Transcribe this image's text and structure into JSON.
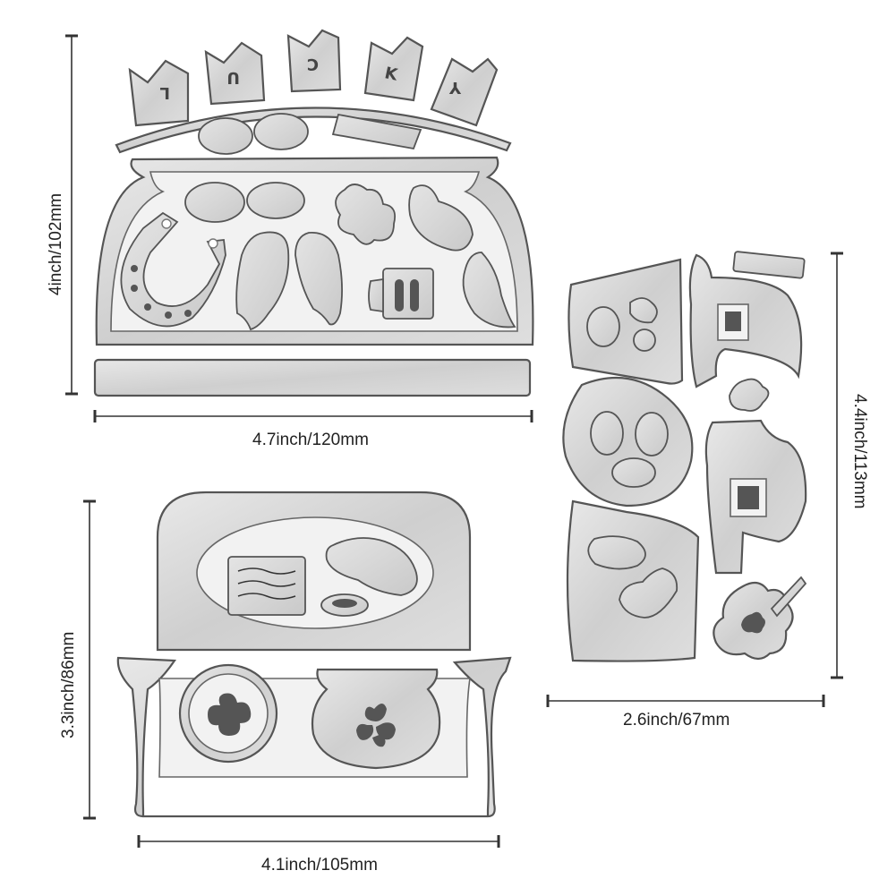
{
  "banner_letters": [
    "L",
    "U",
    "C",
    "K",
    "Y"
  ],
  "dimensions": {
    "top_left_height": "4inch/102mm",
    "top_left_width": "4.7inch/120mm",
    "right_height": "4.4inch/113mm",
    "right_width": "2.6inch/67mm",
    "bottom_left_height": "3.3inch/86mm",
    "bottom_left_width": "4.1inch/105mm"
  },
  "icons": [
    "horseshoe-icon",
    "mustache-icon",
    "beer-mug-icon",
    "shamrock-icon",
    "four-leaf-clover-icon",
    "leprechaun-hat-icon",
    "pot-of-gold-icon"
  ],
  "colors": {
    "metal": "#d6d6d6",
    "outline": "#555555",
    "background": "#ffffff"
  }
}
